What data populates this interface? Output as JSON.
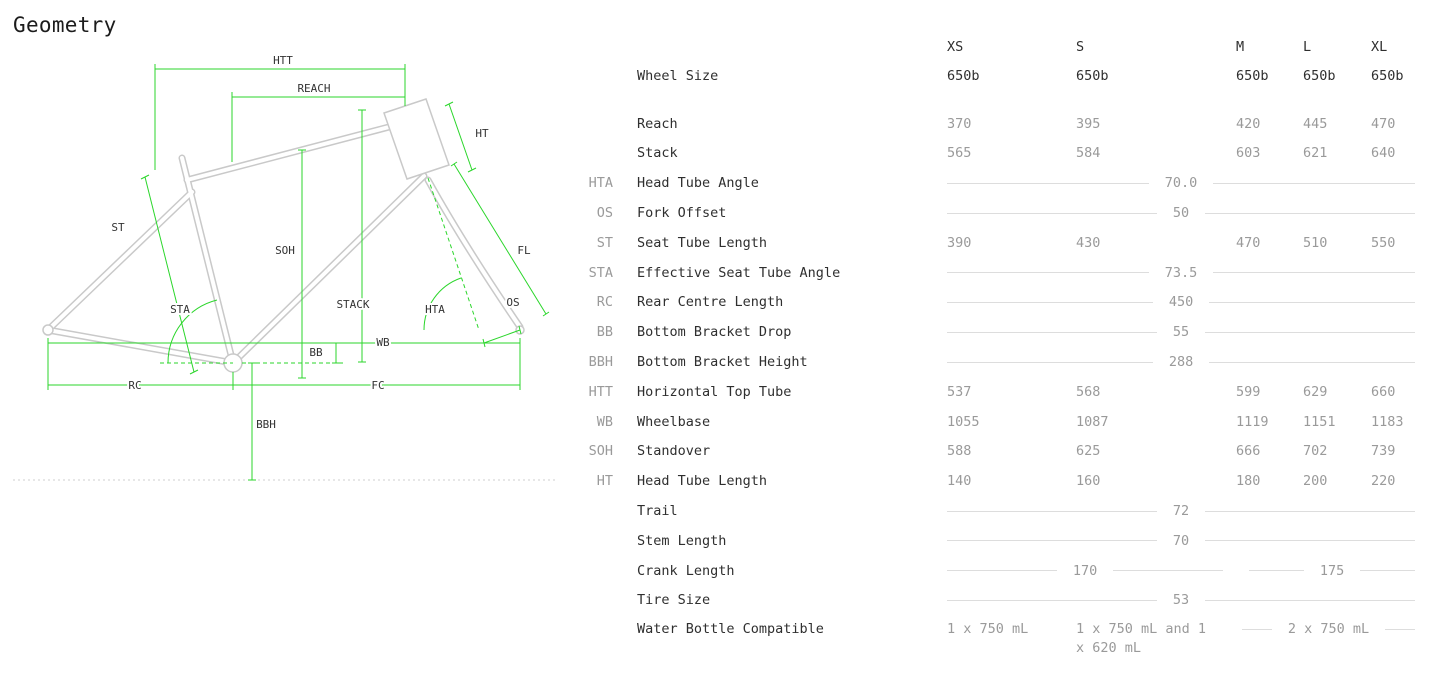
{
  "page": {
    "title": "Geometry"
  },
  "diagram": {
    "accent_color": "#2bd62b",
    "frame_color": "#c9c9c9",
    "labels": {
      "htt": "HTT",
      "reach": "REACH",
      "ht": "HT",
      "st": "ST",
      "soh": "SOH",
      "fl": "FL",
      "stack": "STACK",
      "sta": "STA",
      "hta": "HTA",
      "os": "OS",
      "wb": "WB",
      "bb": "BB",
      "rc": "RC",
      "fc": "FC",
      "bbh": "BBH"
    }
  },
  "table": {
    "sizes": [
      "XS",
      "S",
      "M",
      "L",
      "XL"
    ],
    "rows": [
      {
        "abbr": "",
        "label": "Wheel Size",
        "type": "cols",
        "dark": true,
        "gap_after": true,
        "values": [
          "650b",
          "650b",
          "650b",
          "650b",
          "650b"
        ]
      },
      {
        "abbr": "",
        "label": "Reach",
        "type": "cols",
        "values": [
          "370",
          "395",
          "420",
          "445",
          "470"
        ]
      },
      {
        "abbr": "",
        "label": "Stack",
        "type": "cols",
        "values": [
          "565",
          "584",
          "603",
          "621",
          "640"
        ]
      },
      {
        "abbr": "HTA",
        "label": "Head Tube Angle",
        "type": "span",
        "value": "70.0"
      },
      {
        "abbr": "OS",
        "label": "Fork Offset",
        "type": "span",
        "value": "50"
      },
      {
        "abbr": "ST",
        "label": "Seat Tube Length",
        "type": "cols",
        "values": [
          "390",
          "430",
          "470",
          "510",
          "550"
        ]
      },
      {
        "abbr": "STA",
        "label": "Effective Seat Tube Angle",
        "type": "span",
        "value": "73.5"
      },
      {
        "abbr": "RC",
        "label": "Rear Centre Length",
        "type": "span",
        "value": "450"
      },
      {
        "abbr": "BB",
        "label": "Bottom Bracket Drop",
        "type": "span",
        "value": "55"
      },
      {
        "abbr": "BBH",
        "label": "Bottom Bracket Height",
        "type": "span",
        "value": "288"
      },
      {
        "abbr": "HTT",
        "label": "Horizontal Top Tube",
        "type": "cols",
        "values": [
          "537",
          "568",
          "599",
          "629",
          "660"
        ]
      },
      {
        "abbr": "WB",
        "label": "Wheelbase",
        "type": "cols",
        "values": [
          "1055",
          "1087",
          "1119",
          "1151",
          "1183"
        ]
      },
      {
        "abbr": "SOH",
        "label": "Standover",
        "type": "cols",
        "values": [
          "588",
          "625",
          "666",
          "702",
          "739"
        ]
      },
      {
        "abbr": "HT",
        "label": "Head Tube Length",
        "type": "cols",
        "values": [
          "140",
          "160",
          "180",
          "200",
          "220"
        ]
      },
      {
        "abbr": "",
        "label": "Trail",
        "type": "span",
        "value": "72"
      },
      {
        "abbr": "",
        "label": "Stem Length",
        "type": "span",
        "value": "70"
      },
      {
        "abbr": "",
        "label": "Crank Length",
        "type": "span2",
        "values": [
          "170",
          "175"
        ]
      },
      {
        "abbr": "",
        "label": "Tire Size",
        "type": "span",
        "value": "53"
      },
      {
        "abbr": "",
        "label": "Water Bottle Compatible",
        "type": "wbc",
        "values": [
          "1 x 750 mL",
          "1 x 750 mL and 1 x 620 mL"
        ],
        "span_value": "2 x 750 mL"
      }
    ]
  }
}
